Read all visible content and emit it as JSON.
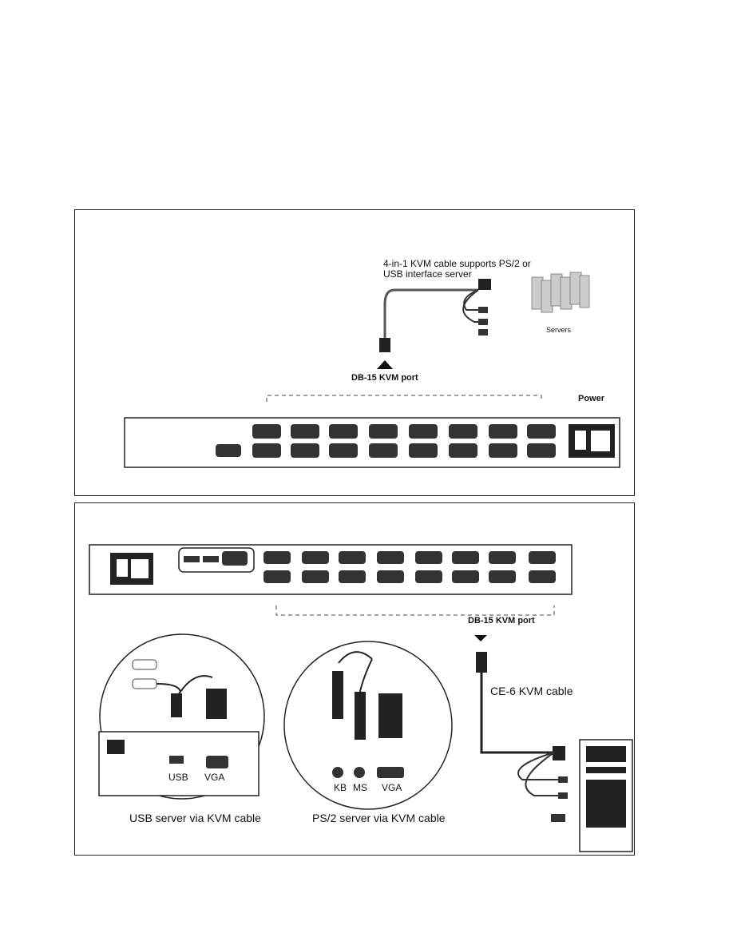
{
  "top_panel": {
    "cable_label_line1": "4-in-1 KVM cable supports PS/2 or",
    "cable_label_line2": "USB interface server",
    "servers_label": "Servers",
    "port_label": "DB-15 KVM port",
    "power_label": "Power"
  },
  "bottom_panel": {
    "port_label": "DB-15 KVM port",
    "cable_label": "CE-6 KVM cable",
    "usb_circle": {
      "usb_label": "USB",
      "vga_label": "VGA",
      "caption": "USB server via KVM cable"
    },
    "ps2_circle": {
      "kb_label": "KB",
      "ms_label": "MS",
      "vga_label": "VGA",
      "caption": "PS/2 server via KVM cable"
    }
  },
  "colors": {
    "line": "#222222",
    "panel_border": "#222222",
    "device_fill": "#ffffff",
    "port_fill": "#333333"
  }
}
